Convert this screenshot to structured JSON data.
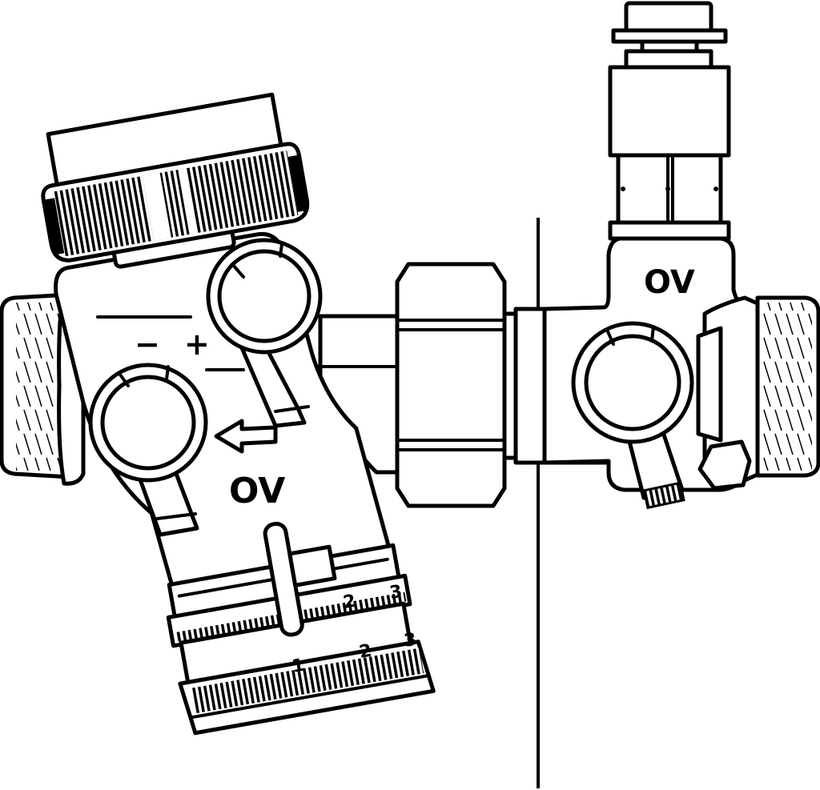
{
  "labels": {
    "left_valve_mark": "OV",
    "right_valve_mark": "OV",
    "minus_sign": "−",
    "plus_sign": "+",
    "scale_1": "1",
    "scale_2": "2",
    "scale_3": "3"
  },
  "colors": {
    "line": "#000000",
    "fill": "#ffffff"
  }
}
